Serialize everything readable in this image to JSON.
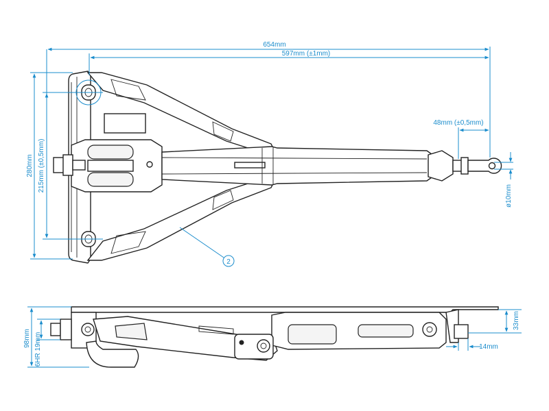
{
  "drawing": {
    "accent_color": "#1a8ccc",
    "line_color": "#222222"
  },
  "top_view": {
    "dimensions": {
      "overall_length": "654mm",
      "length_tolerance": "597mm (±1mm)",
      "height_total": "280mm",
      "hole_spacing": "215mm (±0,5mm)",
      "tip_length": "48mm (±0,5mm)",
      "hole_diameter": "ø10mm"
    },
    "callout": "2"
  },
  "side_view": {
    "dimensions": {
      "total_height": "98mm",
      "hex": "6HR 19mm",
      "tip_height": "33mm",
      "tip_offset": "14mm"
    }
  }
}
